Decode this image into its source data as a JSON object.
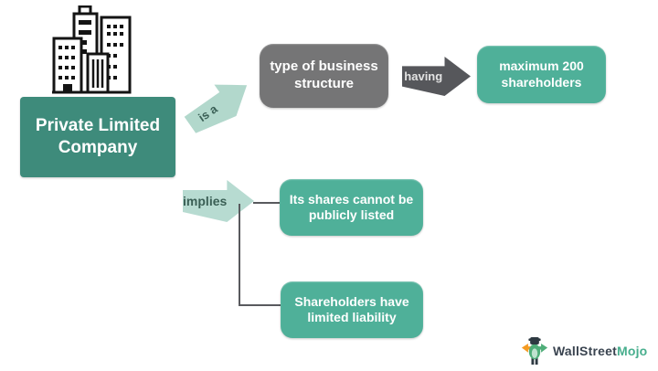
{
  "main_box": {
    "label": "Private Limited Company"
  },
  "boxes": {
    "business_structure": "type of business structure",
    "max_shareholders": "maximum 200 shareholders",
    "shares_not_listed": "Its shares cannot be publicly listed",
    "limited_liability": "Shareholders have limited liability"
  },
  "arrows": {
    "is_a": "is a",
    "having": "having",
    "implies": "implies"
  },
  "logo": {
    "text_primary": "WallStreet",
    "text_accent": "Mojo"
  },
  "colors": {
    "main_box_bg": "#3E8B7B",
    "node_box_bg": "#4FB099",
    "gray_box_bg": "#757576",
    "dark_arrow": "#56575B",
    "light_arrow": "#B7DBD1",
    "arrow_label_dark": "#3A5F55",
    "connector_line": "#595A5E",
    "logo_text_primary": "#3A4450",
    "logo_text_accent": "#47AE8D",
    "logo_arrow_left": "#F59B22",
    "logo_body_green": "#4FAE79"
  }
}
